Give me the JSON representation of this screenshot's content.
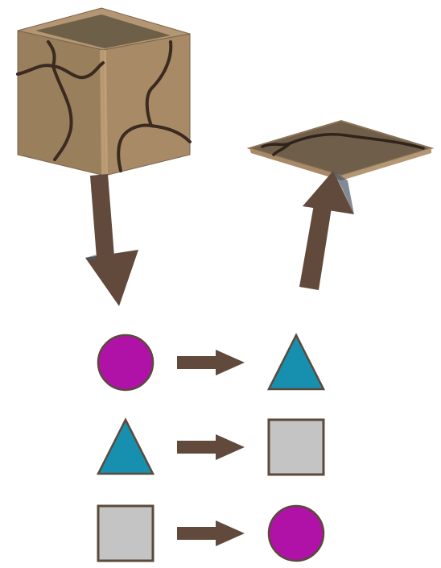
{
  "scene": {
    "description_free": true,
    "top": {
      "left_object": {
        "icon": "cracked-wooden-cube-icon"
      },
      "right_object": {
        "icon": "cracked-wooden-flat-tile-icon"
      },
      "left_arrow": {
        "icon": "down-arrow-icon",
        "direction": "down"
      },
      "right_arrow": {
        "icon": "up-arrow-icon",
        "direction": "up"
      }
    },
    "rules": [
      {
        "from": "circle",
        "to": "triangle"
      },
      {
        "from": "triangle",
        "to": "square"
      },
      {
        "from": "square",
        "to": "circle"
      }
    ]
  },
  "colors": {
    "wood_side": "#a38763",
    "wood_top": "#6f5f4a",
    "crack": "#3a2a20",
    "arrow": "#614a3b",
    "circle": "#b012a8",
    "triangle": "#1790b0",
    "square": "#c4c4c4",
    "shape_outline": "#5a4a3c"
  }
}
